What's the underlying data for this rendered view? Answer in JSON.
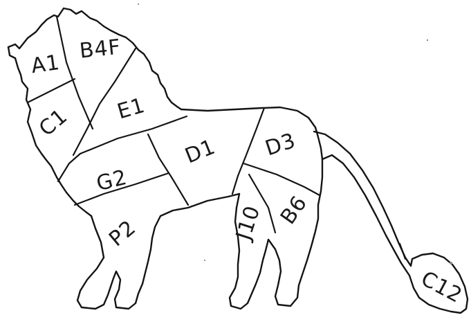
{
  "diagram": {
    "ink_color": "#141414",
    "background_color": "#ffffff",
    "regions": [
      {
        "id": "a1",
        "label": "A1"
      },
      {
        "id": "b4f",
        "label": "B4F"
      },
      {
        "id": "c1",
        "label": "C1"
      },
      {
        "id": "e1",
        "label": "E1"
      },
      {
        "id": "d1",
        "label": "D1"
      },
      {
        "id": "d3",
        "label": "D3"
      },
      {
        "id": "g2",
        "label": "G2"
      },
      {
        "id": "j10",
        "label": "J10"
      },
      {
        "id": "b6",
        "label": "B6"
      },
      {
        "id": "p2",
        "label": "P2"
      },
      {
        "id": "c12",
        "label": "C12"
      }
    ]
  }
}
